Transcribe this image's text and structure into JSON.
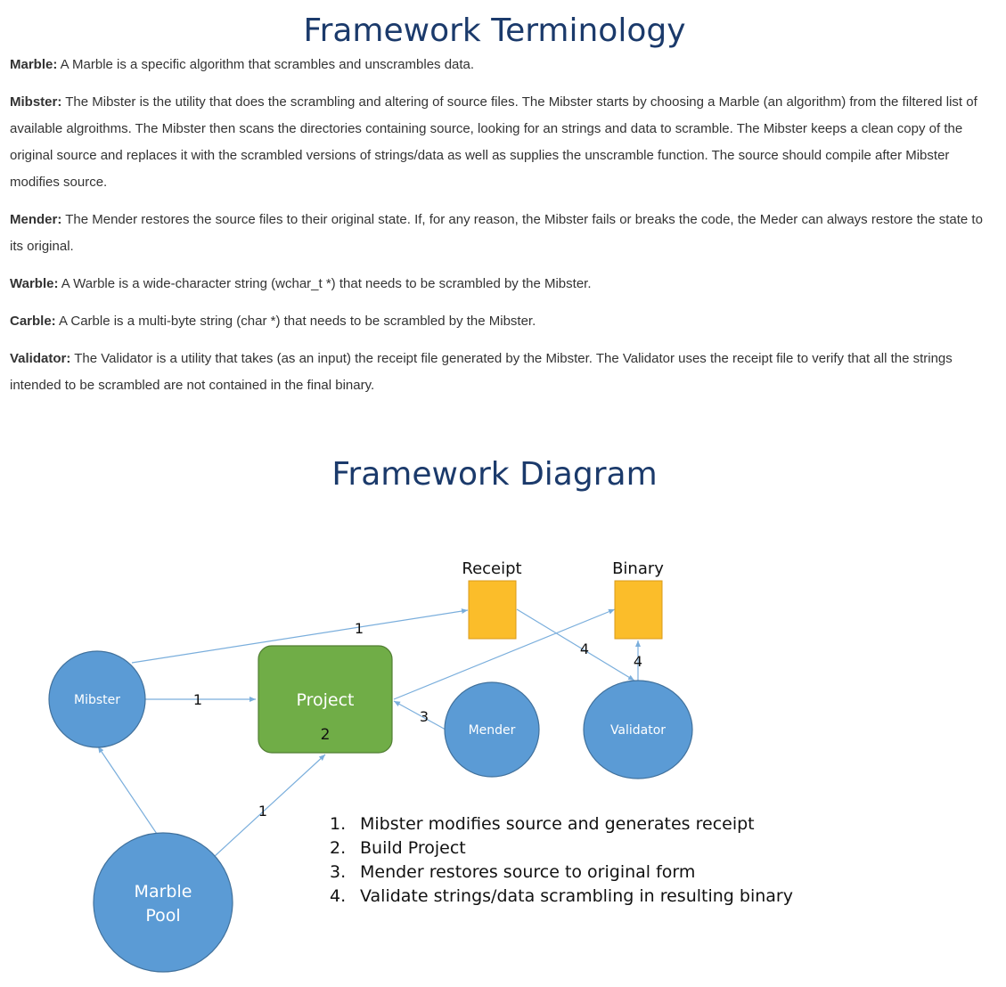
{
  "terminology": {
    "title": "Framework Terminology",
    "terms": [
      {
        "term": "Marble:",
        "definition": " A Marble is a specific algorithm that scrambles and unscrambles data."
      },
      {
        "term": "Mibster:",
        "definition": " The Mibster is the utility that does the scrambling and altering of source files. The Mibster starts by choosing a Marble (an algorithm) from the filtered list of available algroithms. The Mibster then scans the directories containing source, looking for an strings and data to scramble. The Mibster keeps a clean copy of the original source and replaces it with the scrambled versions of strings/data as well as supplies the unscramble function. The source should compile after Mibster modifies source."
      },
      {
        "term": "Mender:",
        "definition": " The Mender restores the source files to their original state. If, for any reason, the Mibster fails or breaks the code, the Meder can always restore the state to its original."
      },
      {
        "term": "Warble:",
        "definition": " A Warble is a wide-character string (wchar_t *) that needs to be scrambled by the Mibster."
      },
      {
        "term": "Carble:",
        "definition": " A Carble is a multi-byte string (char *) that needs to be scrambled by the Mibster."
      },
      {
        "term": "Validator:",
        "definition": " The Validator is a utility that takes (as an input) the receipt file generated by the Mibster. The Validator uses the receipt file to verify that all the strings intended to be scrambled are not contained in the final binary."
      }
    ]
  },
  "diagram": {
    "title": "Framework Diagram",
    "colors": {
      "node_blue": "#5b9bd5",
      "node_green": "#70ad47",
      "file_orange": "#fbbd2a",
      "arrow": "#7aaedc"
    },
    "nodes": {
      "mibster": "Mibster",
      "project_label": "Project",
      "project_step": "2",
      "mender": "Mender",
      "validator": "Validator",
      "marble_pool_line1": "Marble",
      "marble_pool_line2": "Pool",
      "receipt": "Receipt",
      "binary": "Binary"
    },
    "edge_labels": {
      "mibster_to_receipt": "1",
      "mibster_to_project": "1",
      "pool_to_project": "1",
      "mender_to_project": "3",
      "validator_to_receipt": "4",
      "validator_to_binary": "4"
    },
    "steps": [
      {
        "num": "1.",
        "text": "Mibster modifies source and generates receipt"
      },
      {
        "num": "2.",
        "text": "Build Project"
      },
      {
        "num": "3.",
        "text": "Mender restores source to original form"
      },
      {
        "num": "4.",
        "text": "Validate strings/data scrambling in resulting binary"
      }
    ]
  }
}
